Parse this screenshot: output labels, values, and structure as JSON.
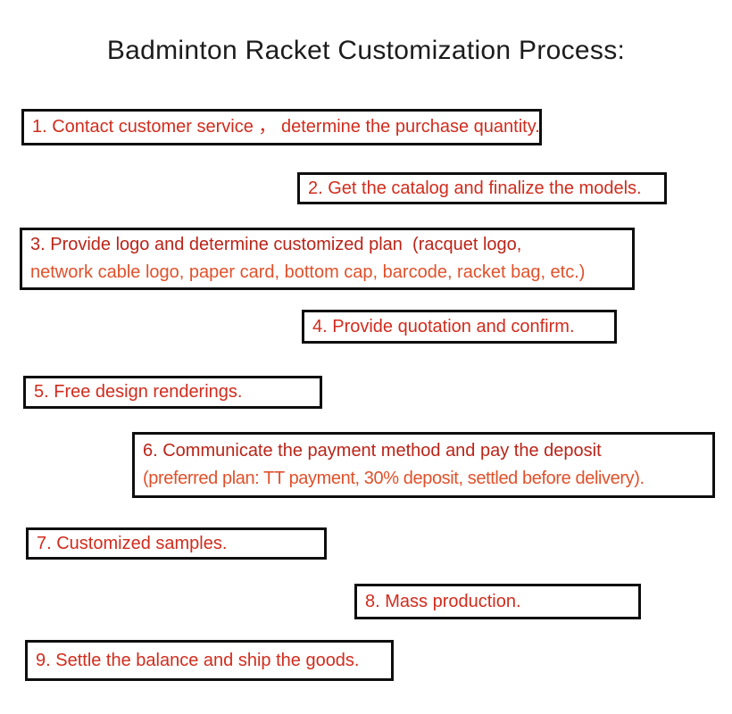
{
  "title": "Badminton Racket Customization Process:",
  "colors": {
    "title_color": "#1c1c1c",
    "box_border": "#0e0e0e",
    "step_text_red": "#d12c1d",
    "step_text_dark_red": "#bb2418",
    "step_text_orange": "#e0512b",
    "background": "#ffffff"
  },
  "steps": [
    {
      "lines": [
        "1. Contact customer service ， determine the purchase quantity."
      ]
    },
    {
      "lines": [
        "2. Get the catalog and finalize the models."
      ]
    },
    {
      "lines": [
        "3. Provide logo and determine customized plan  (racquet logo,",
        "network cable logo, paper card, bottom cap, barcode, racket bag, etc.)"
      ]
    },
    {
      "lines": [
        "4. Provide quotation and confirm."
      ]
    },
    {
      "lines": [
        "5. Free design renderings."
      ]
    },
    {
      "lines": [
        "6. Communicate the payment method and pay the deposit",
        "(preferred plan: TT payment, 30% deposit, settled before delivery)."
      ]
    },
    {
      "lines": [
        "7. Customized samples."
      ]
    },
    {
      "lines": [
        "8. Mass production."
      ]
    },
    {
      "lines": [
        "9. Settle the balance and ship the goods."
      ]
    }
  ]
}
